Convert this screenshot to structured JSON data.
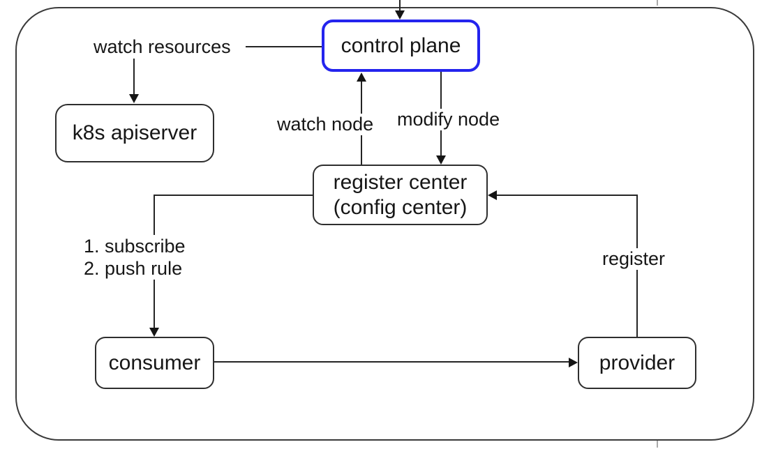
{
  "diagram": {
    "type": "flowchart",
    "nodes": {
      "control_plane": {
        "label": "control plane"
      },
      "k8s_apiserver": {
        "label": "k8s apiserver"
      },
      "register_center": {
        "label_line1": "register center",
        "label_line2": "(config center)"
      },
      "consumer": {
        "label": "consumer"
      },
      "provider": {
        "label": "provider"
      }
    },
    "edge_labels": {
      "watch_resources": "watch resources",
      "watch_node": "watch node",
      "modify_node": "modify node",
      "subscribe_line1": "1. subscribe",
      "subscribe_line2": "2. push rule",
      "register": "register"
    },
    "colors": {
      "accent_border": "#2424ee",
      "node_border": "#2e2e2e",
      "line": "#242424",
      "text": "#161616",
      "background": "#ffffff"
    }
  }
}
